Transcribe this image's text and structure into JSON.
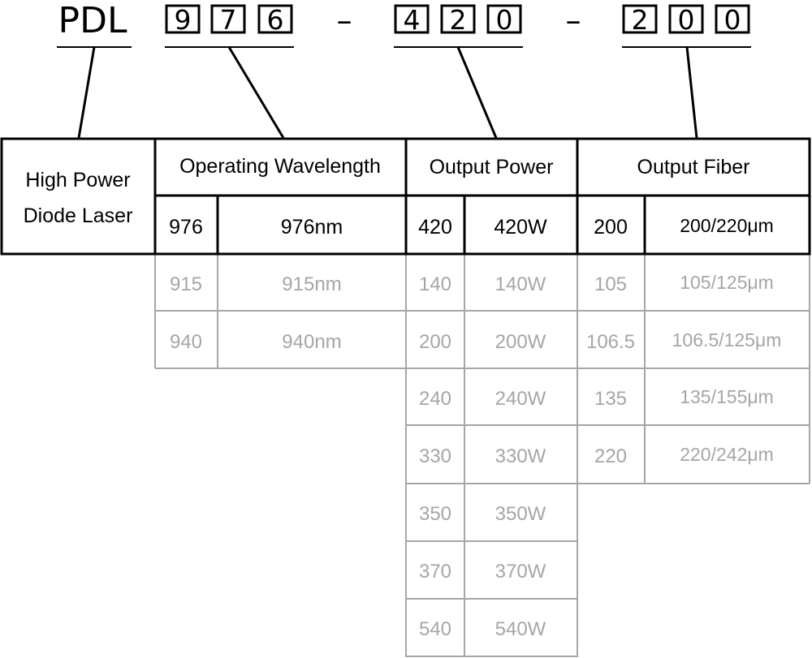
{
  "code": {
    "prefix": "PDL",
    "wavelength_digits": [
      "9",
      "7",
      "6"
    ],
    "power_digits": [
      "4",
      "2",
      "0"
    ],
    "fiber_digits": [
      "2",
      "0",
      "0"
    ],
    "separator": "–"
  },
  "table": {
    "type_label_line1": "High Power",
    "type_label_line2": "Diode Laser",
    "wavelength_header": "Operating Wavelength",
    "power_header": "Output Power",
    "fiber_header": "Output Fiber",
    "selected": {
      "wavelength_code": "976",
      "wavelength_value": "976nm",
      "power_code": "420",
      "power_value": "420W",
      "fiber_code": "200",
      "fiber_value": "200/220μm"
    },
    "wavelength_options": [
      {
        "code": "915",
        "value": "915nm"
      },
      {
        "code": "940",
        "value": "940nm"
      }
    ],
    "power_options": [
      {
        "code": "140",
        "value": "140W"
      },
      {
        "code": "200",
        "value": "200W"
      },
      {
        "code": "240",
        "value": "240W"
      },
      {
        "code": "330",
        "value": "330W"
      },
      {
        "code": "350",
        "value": "350W"
      },
      {
        "code": "370",
        "value": "370W"
      },
      {
        "code": "540",
        "value": "540W"
      }
    ],
    "fiber_options": [
      {
        "code": "105",
        "value": "105/125μm"
      },
      {
        "code": "106.5",
        "value": "106.5/125μm"
      },
      {
        "code": "135",
        "value": "135/155μm"
      },
      {
        "code": "220",
        "value": "220/242μm"
      }
    ]
  },
  "colors": {
    "main": "#000000",
    "option": "#a6a6a6"
  }
}
